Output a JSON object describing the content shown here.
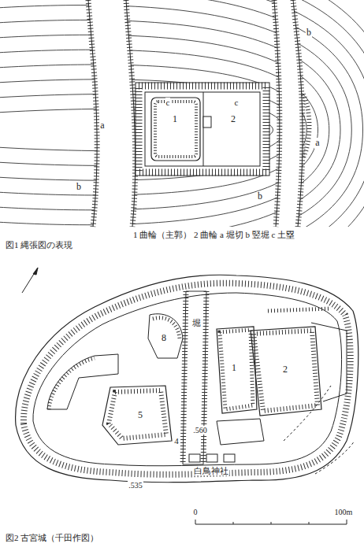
{
  "diagram": {
    "labels": [
      "1",
      "c",
      "2",
      "c",
      "a",
      "a",
      "b",
      "b",
      "b",
      "1 曲輪（主郭） 2 曲輪 a 堀切 b 竪堀 c 土塁",
      "図1 縄張図の表現",
      "1",
      "2",
      "5",
      "8",
      "4",
      "堀",
      ".560",
      ".535",
      "白鳥神社",
      "0",
      "100m",
      "図2 古宮城（千田作図）"
    ]
  }
}
